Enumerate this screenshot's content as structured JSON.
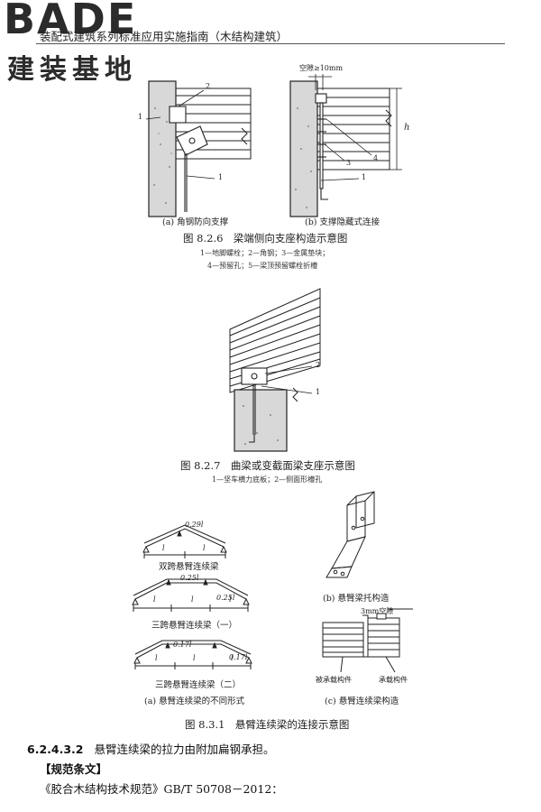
{
  "header": {
    "logo_top": "BADE",
    "logo_bottom": "建装基地",
    "title": "装配式建筑系列标准应用实施指南（木结构建筑）"
  },
  "fig826": {
    "dim_gap": "空隙≥10mm",
    "dim_h": "h",
    "sub_a": "(a) 角钢防向支撑",
    "sub_b": "(b) 支撑隐藏式连接",
    "caption": "图 8.2.6　梁端侧向支座构造示意图",
    "legend_1": "1—地脚螺栓；2—角钢；3—金属垫块；",
    "legend_2": "4—预留孔；5—梁顶预留螺栓折槽",
    "callouts_a": [
      "1",
      "2",
      "1"
    ],
    "callouts_b": [
      "3",
      "4",
      "1"
    ]
  },
  "fig827": {
    "caption": "图 8.2.7　曲梁或变截面梁支座示意图",
    "legend": "1—坚车横力底板；2—侧面形槽孔",
    "callouts": [
      "2",
      "1"
    ]
  },
  "fig831": {
    "beam1_label": "双跨悬臂连续梁",
    "beam1_dim": "0.29l",
    "beam2_label": "三跨悬臂连续梁（一）",
    "beam2_dims": [
      "0.25l",
      "0.25l"
    ],
    "beam3_label": "三跨悬臂连续梁（二）",
    "beam3_dims": [
      "0.17l",
      "0.17l"
    ],
    "span_l": "l",
    "sub_a": "(a) 悬臂连续梁的不同形式",
    "sub_b": "(b) 悬臂梁托构造",
    "gap_label": "3mm空隙",
    "left_member": "被承载构件",
    "right_member": "承载构件",
    "sub_c": "(c) 悬臂连续梁构造",
    "caption": "图 8.3.1　悬臂连续梁的连接示意图"
  },
  "body": {
    "clause_no": "6.2.4.3.2",
    "clause_text": "悬臂连续梁的拉力由附加扁钢承担。",
    "norm_heading": "【规范条文】",
    "norm_ref": "《胶合木结构技术规范》GB/T 50708－2012："
  }
}
